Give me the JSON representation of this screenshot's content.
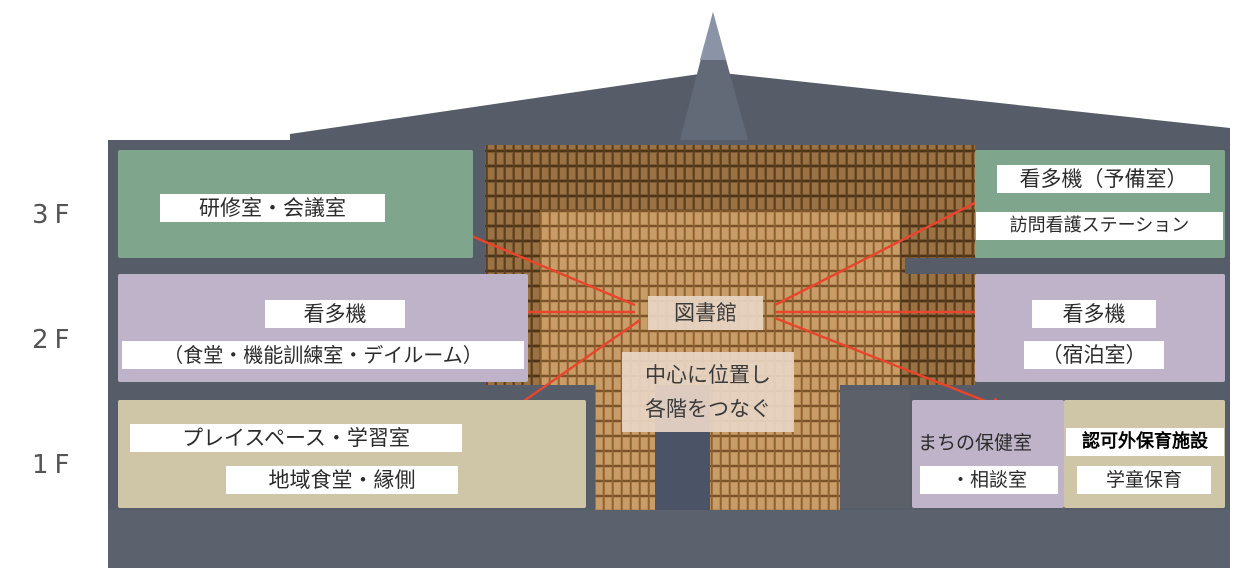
{
  "floors": [
    "3F",
    "2F",
    "1F"
  ],
  "library": {
    "name": "図書館",
    "note_line1": "中心に位置し",
    "note_line2": "各階をつなぐ"
  },
  "rooms": {
    "f3_left": "研修室・会議室",
    "f3_right_1": "看多機（予備室）",
    "f3_right_2": "訪問看護ステーション",
    "f2_left_1": "看多機",
    "f2_left_2": "（食堂・機能訓練室・デイルーム）",
    "f2_right_1": "看多機",
    "f2_right_2": "（宿泊室）",
    "f1_left_1": "プレイスペース・学習室",
    "f1_left_2": "地域食堂・縁側",
    "f1_mid_1": "まちの保健室",
    "f1_mid_2": "・相談室",
    "f1_right_1": "認可外保育施設",
    "f1_right_2": "学童保育"
  },
  "colors": {
    "structure": "#565c68",
    "arrow": "#e8452c",
    "room_green": "#7fa58d",
    "room_purple": "#bfb3c9",
    "room_beige": "#cfc6a8",
    "wood": "#b98a55"
  }
}
